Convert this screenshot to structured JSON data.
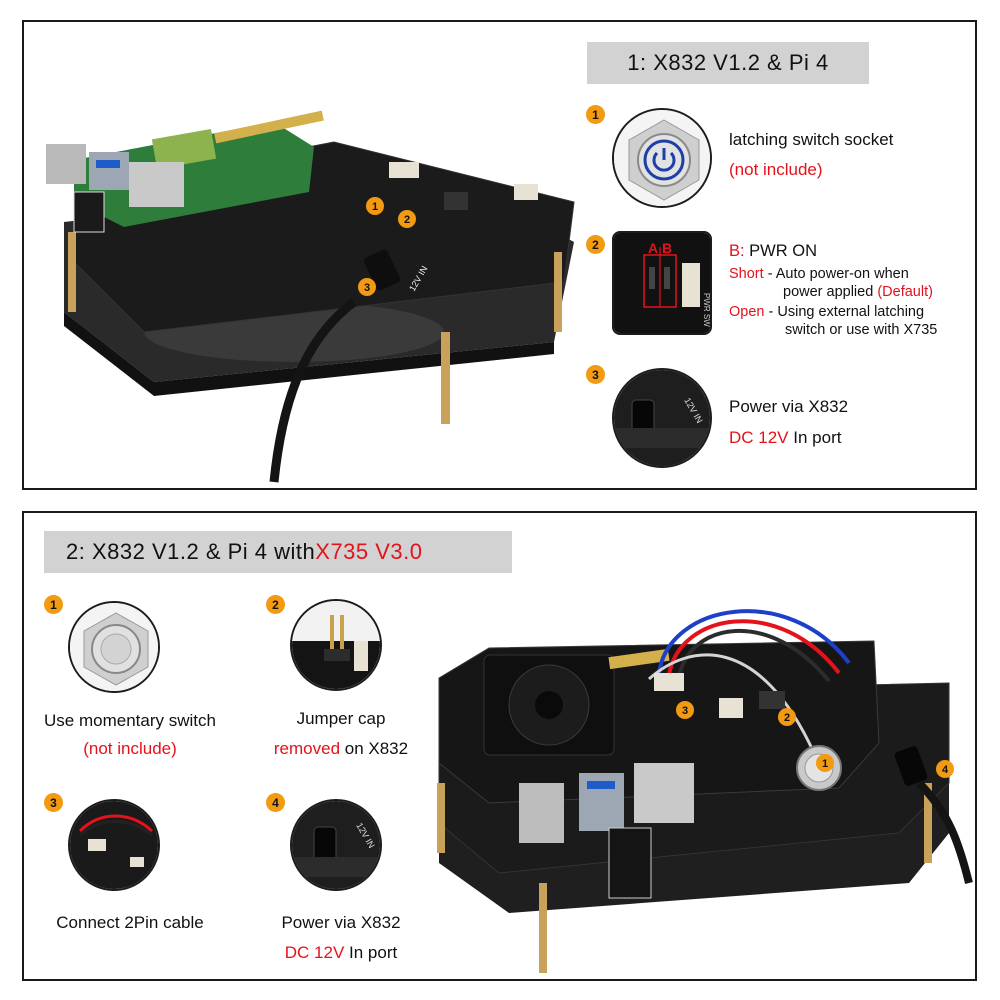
{
  "panel1": {
    "title": "1:  X832 V1.2 & Pi 4",
    "photo_markers": [
      "1",
      "2",
      "3"
    ],
    "photo_label": "12V IN",
    "items": [
      {
        "num": "1",
        "line1": "latching switch socket",
        "line2": "(not include)"
      },
      {
        "num": "2",
        "jumper_a": "A",
        "jumper_b": "B",
        "jumper_label": "PWR SW",
        "heading_red": "B:",
        "heading_rest": " PWR ON",
        "short_red": "Short",
        "short_rest": " - Auto power-on when",
        "short_line2": "power applied ",
        "short_default": "(Default)",
        "open_red": "Open",
        "open_rest": " - Using external latching",
        "open_line2": "switch or use with X735"
      },
      {
        "num": "3",
        "line1": "Power via X832",
        "line2_red": "DC 12V",
        "line2_rest": " In port",
        "photo_label": "12V IN"
      }
    ]
  },
  "panel2": {
    "title_black": "2:  X832 V1.2 & Pi 4 with ",
    "title_red": "X735 V3.0",
    "photo_markers": [
      "1",
      "2",
      "3",
      "4"
    ],
    "items": [
      {
        "num": "1",
        "line1": "Use momentary switch",
        "line2": "(not include)"
      },
      {
        "num": "2",
        "line1": "Jumper cap",
        "line2_red": "removed",
        "line2_rest": " on X832"
      },
      {
        "num": "3",
        "line1": "Connect 2Pin cable"
      },
      {
        "num": "4",
        "line1": "Power via X832",
        "line2_red": "DC 12V",
        "line2_rest": " In port",
        "photo_label": "12V IN"
      }
    ]
  },
  "colors": {
    "accent_red": "#e3121b",
    "badge_orange": "#f29a12",
    "title_bg": "#d2d2d2"
  }
}
